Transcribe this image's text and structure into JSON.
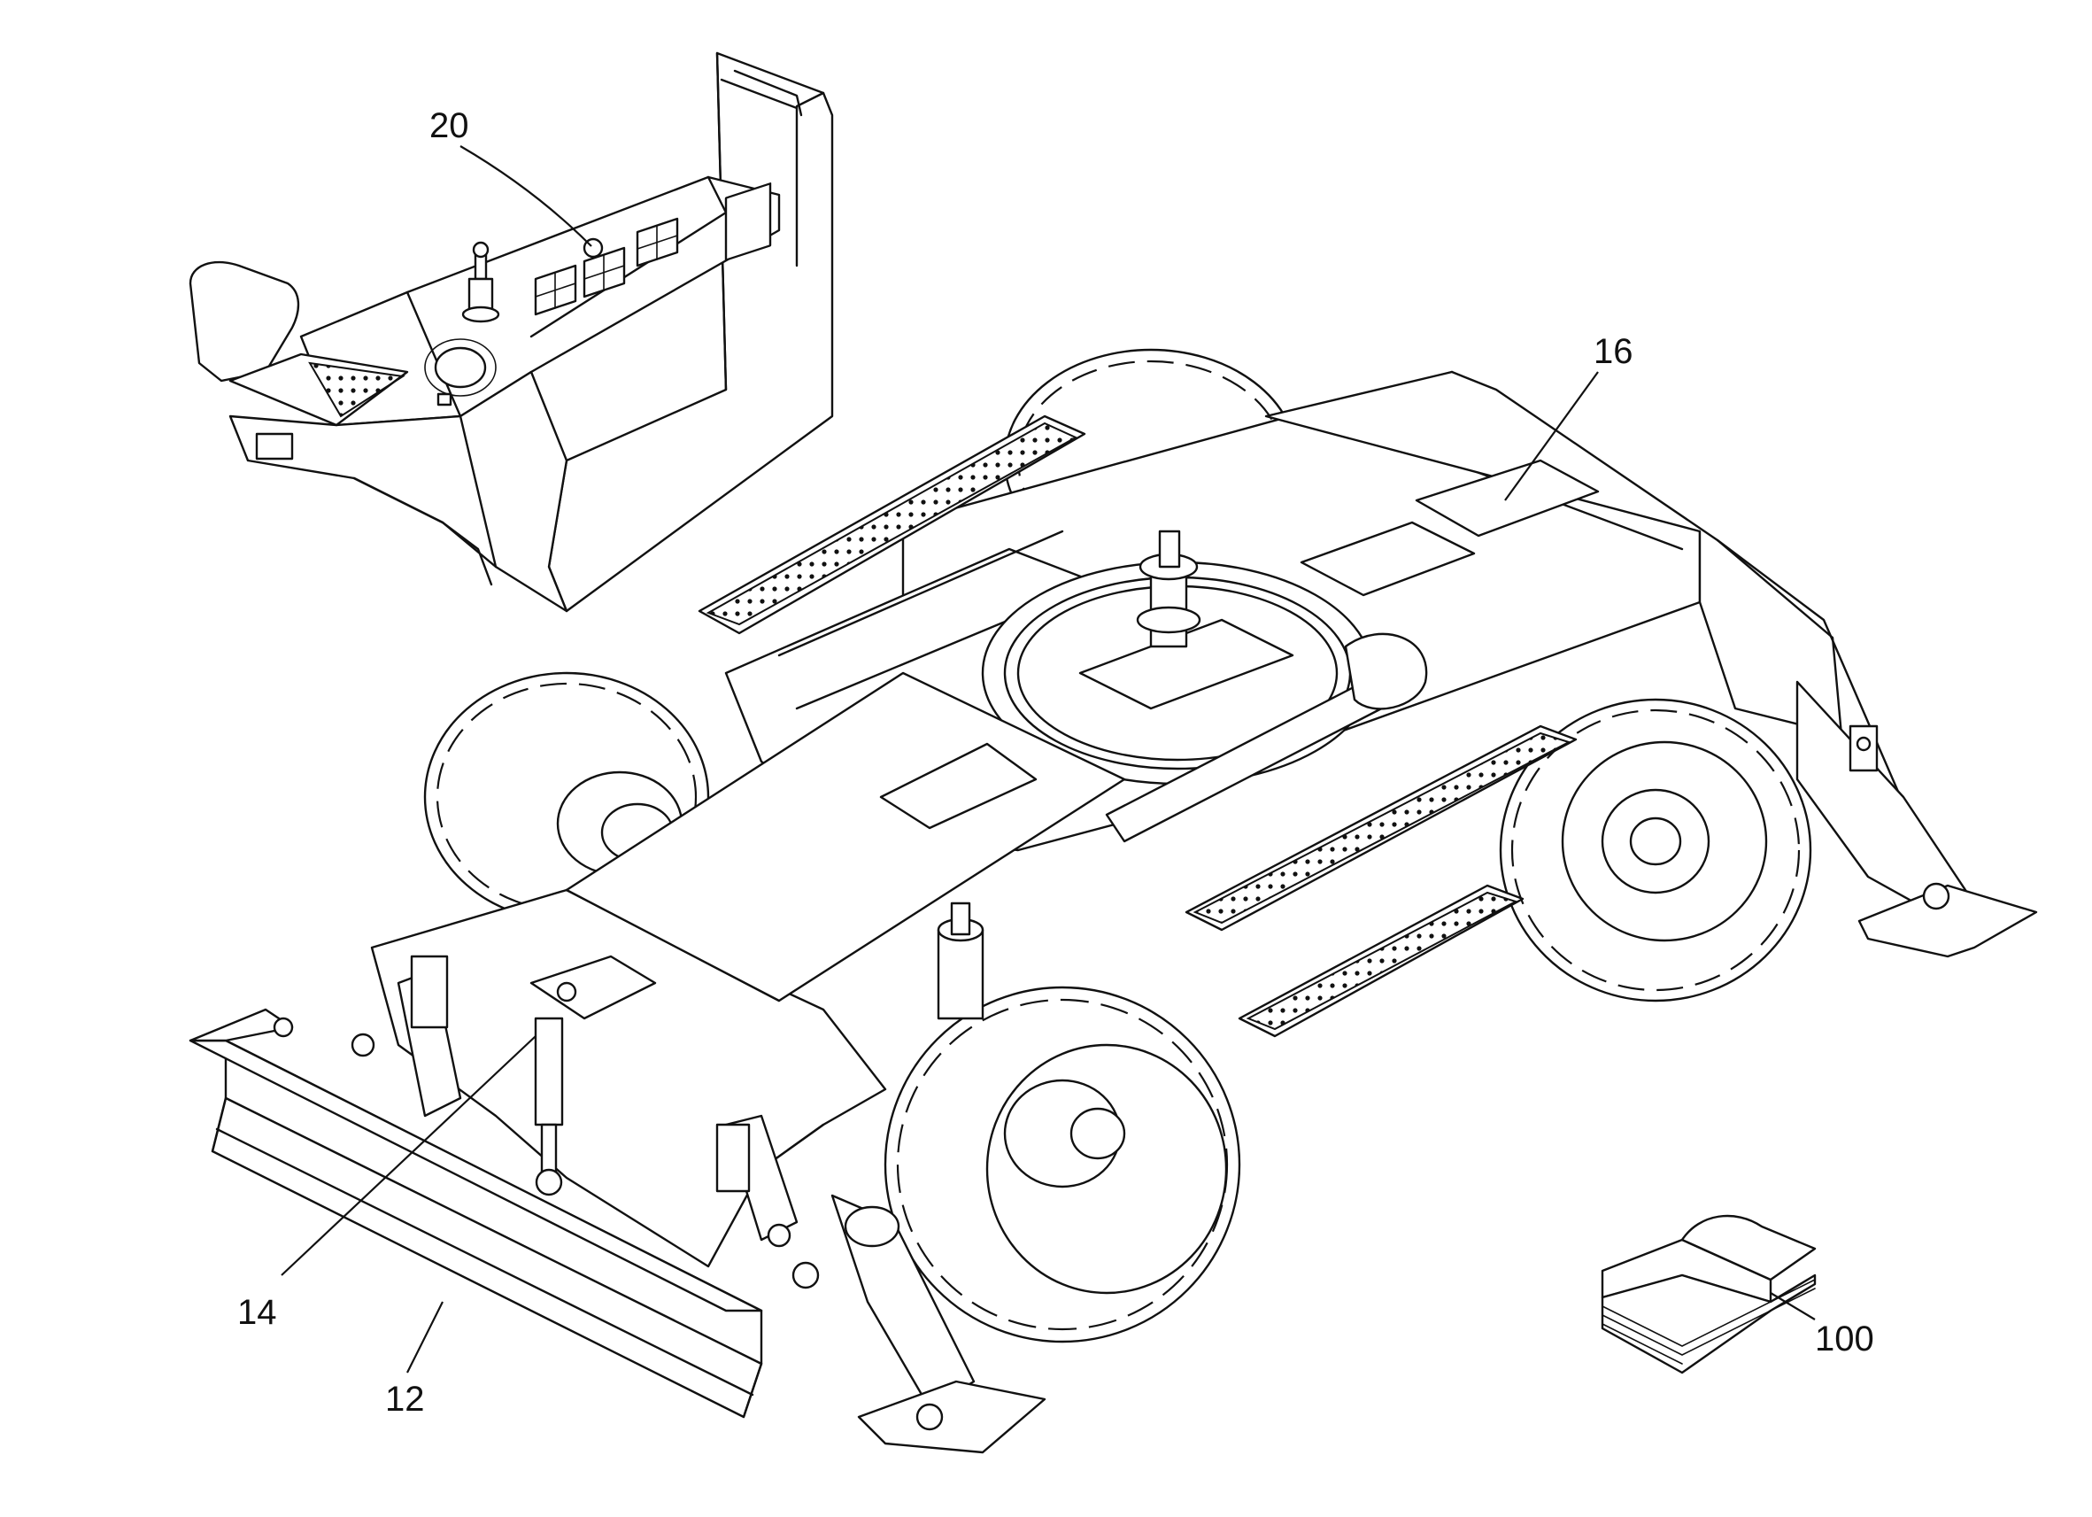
{
  "figure": {
    "reference_numerals": {
      "control_console": "20",
      "chassis_frame": "16",
      "blade_cylinder": "14",
      "dozer_blade": "12",
      "manual": "100"
    }
  },
  "colors": {
    "line": "#111111",
    "background": "#ffffff"
  }
}
